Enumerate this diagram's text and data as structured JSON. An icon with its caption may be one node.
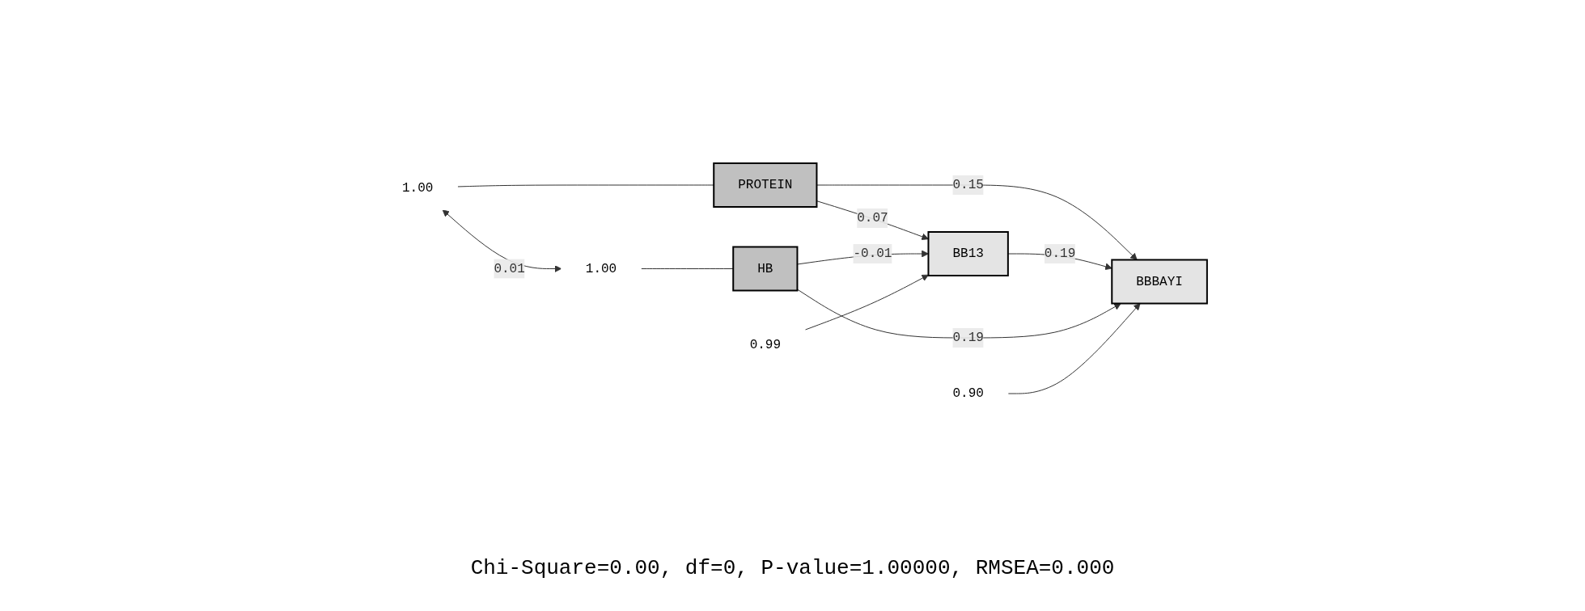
{
  "diagram": {
    "caption": "Chi-Square=0.00, df=0, P-value=1.00000, RMSEA=0.000",
    "nodes": [
      {
        "text": [
          "PROTEIN"
        ]
      },
      {
        "text": [
          "BB13"
        ]
      },
      {
        "text": [
          "BBBAYI"
        ]
      },
      {
        "text": [
          "HB"
        ]
      },
      {
        "text": [
          "1.00"
        ]
      },
      {
        "text": [
          "1.00"
        ]
      },
      {
        "text": [
          "0.99"
        ]
      },
      {
        "text": [
          "0.90"
        ]
      }
    ],
    "edges": [
      {
        "from": 4,
        "to": 5,
        "arrow": "both",
        "label": "0.01"
      },
      {
        "from": 4,
        "to": 0,
        "arrow": "none"
      },
      {
        "from": 5,
        "to": 3,
        "arrow": "none"
      },
      {
        "from": 0,
        "to": 1,
        "arrow": "to",
        "label": "0.07"
      },
      {
        "from": 0,
        "to": 2,
        "arrow": "to",
        "label": "0.15"
      },
      {
        "from": 1,
        "to": 2,
        "arrow": "to",
        "label": "0.19"
      },
      {
        "from": 3,
        "to": 1,
        "arrow": "to",
        "label": "-0.01"
      },
      {
        "from": 3,
        "to": 2,
        "arrow": "to",
        "label": "0.19"
      },
      {
        "from": 6,
        "to": 1,
        "arrow": "to"
      },
      {
        "from": 7,
        "to": 2,
        "arrow": "to"
      }
    ]
  }
}
